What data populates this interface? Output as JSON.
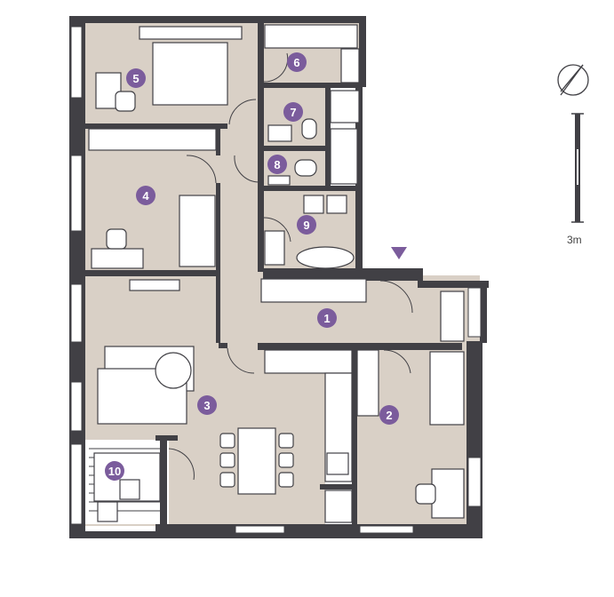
{
  "title": "Apartment floor plan",
  "colors": {
    "floor": "#d9d0c6",
    "wall": "#414045",
    "badge": "#7b5c9c",
    "furniture": "#ffffff"
  },
  "rooms": [
    {
      "label": "1"
    },
    {
      "label": "2"
    },
    {
      "label": "3"
    },
    {
      "label": "4"
    },
    {
      "label": "5"
    },
    {
      "label": "6"
    },
    {
      "label": "7"
    },
    {
      "label": "8"
    },
    {
      "label": "9"
    },
    {
      "label": "10"
    }
  ],
  "scale": {
    "label": "3m"
  },
  "icons": {
    "compass": "north-arrow-icon",
    "entrance": "entrance-triangle-icon"
  }
}
